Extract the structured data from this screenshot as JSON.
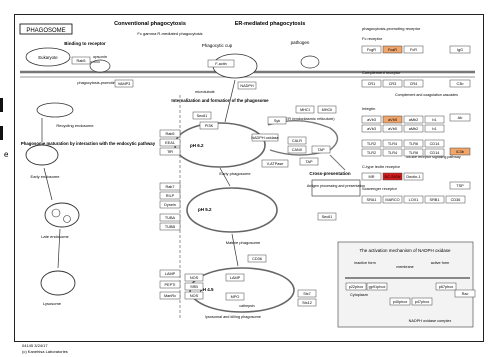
{
  "title": "PHAGOSOME",
  "entry": "04145 3/24/17",
  "copyright": "(c) Kanehisa Laboratories",
  "side_letter": "e",
  "sections": {
    "conv": "Conventional phagocytosis",
    "er": "ER-mediated phagocytosis",
    "binding": "Binding to receptor",
    "fc_pathogen": "Fc gamma R-mediated phagocytosis",
    "phagocytic_cup": "Phagocytic cup",
    "pathogen": "pathogen",
    "internalization": "Internalization and formation of the phagosome",
    "maturation": "Phagosome maturation by interaction with the endocytic pathway",
    "cross": "Cross-presentation",
    "antigen": "Antigen processing and presentation",
    "er_lumen": "ER (endoplasmic reticulum)",
    "toll": "Toll-like receptor signaling pathway"
  },
  "stages": {
    "eukaryote": "Eukaryote",
    "opsonin": "opsonin",
    "receptor": "phagocytosis-promoting receptor",
    "recycling": "Recycling endosome",
    "early_endosome": "Early endosome",
    "late_endosome": "Late endosome",
    "lysosome": "Lysosome",
    "early_phagosome": "Early phagosome",
    "mature_phagosome": "Mature phagosome",
    "phagolysosome": "lysosomal and killing phagosome",
    "ph62": "pH 6.2",
    "ph52": "pH 5.2",
    "ph45": "pH 4.5",
    "microtubule": "microtubule",
    "cathepsin": "cathepsin"
  },
  "genes_left": [
    "Rab5",
    "EEA1",
    "TfR",
    "Rab7",
    "RILP",
    "Dynein",
    "TUBA",
    "TUBB",
    "LAMP",
    "PEPTI",
    "ManRc"
  ],
  "genes_mid": [
    "Sec61",
    "Rab5",
    "NOS",
    "SRB",
    "Stx7",
    "Stx12",
    "VAMP3",
    "PI3K",
    "NADPH oxidase",
    "V-ATPase",
    "CALR",
    "CANX",
    "TAP",
    "MHCI",
    "MHCII",
    "LAMP",
    "NOS",
    "MPO",
    "Sec61",
    "CD36",
    "F-actin",
    "NADPH",
    "Syk",
    "TAP"
  ],
  "receptors_right": {
    "fc": "Fc receptor",
    "fc_genes": [
      "FcgR",
      "FcaR",
      "FcR"
    ],
    "complement": "Complement receptor",
    "comp_genes": [
      "CR1",
      "CR3",
      "CR4"
    ],
    "comp_note": "Complement and coagulation cascades",
    "integrin": "Integrin",
    "integ_genes": [
      "aVb3",
      "aVb5",
      "aMb2",
      "b1"
    ],
    "tlr_genes": [
      "TLR2",
      "TLR4",
      "TLR6",
      "CD14"
    ],
    "ctype": "C-type lectin receptor",
    "ctype_genes": [
      "MR",
      "DC-SIGN",
      "Dectin-1"
    ],
    "scav": "Scavenger receptor",
    "scav_genes": [
      "SRA1",
      "MARCO",
      "LOX1",
      "SRB1",
      "CD36"
    ],
    "far_right": [
      "IgG",
      "C3b",
      "Ab",
      "iC3b",
      "TSP"
    ]
  },
  "inset": {
    "title": "The activation mechanism of NADPH oxidase",
    "inactive": "inactive form",
    "active": "active form",
    "cytoplasm": "Cytoplasm",
    "membrane": "membrane",
    "complex": "NADPH oxidase complex",
    "parts": [
      "p22phox",
      "gp91phox",
      "p40phox",
      "p47phox",
      "p67phox",
      "Rac"
    ]
  },
  "colors": {
    "gene_fill": "#ffffff",
    "gene_border": "#444444",
    "orange": "#f0a56a",
    "red": "#d41c1c",
    "membrane": "#7a7a7a",
    "inset_bg": "#f3f3f3"
  }
}
